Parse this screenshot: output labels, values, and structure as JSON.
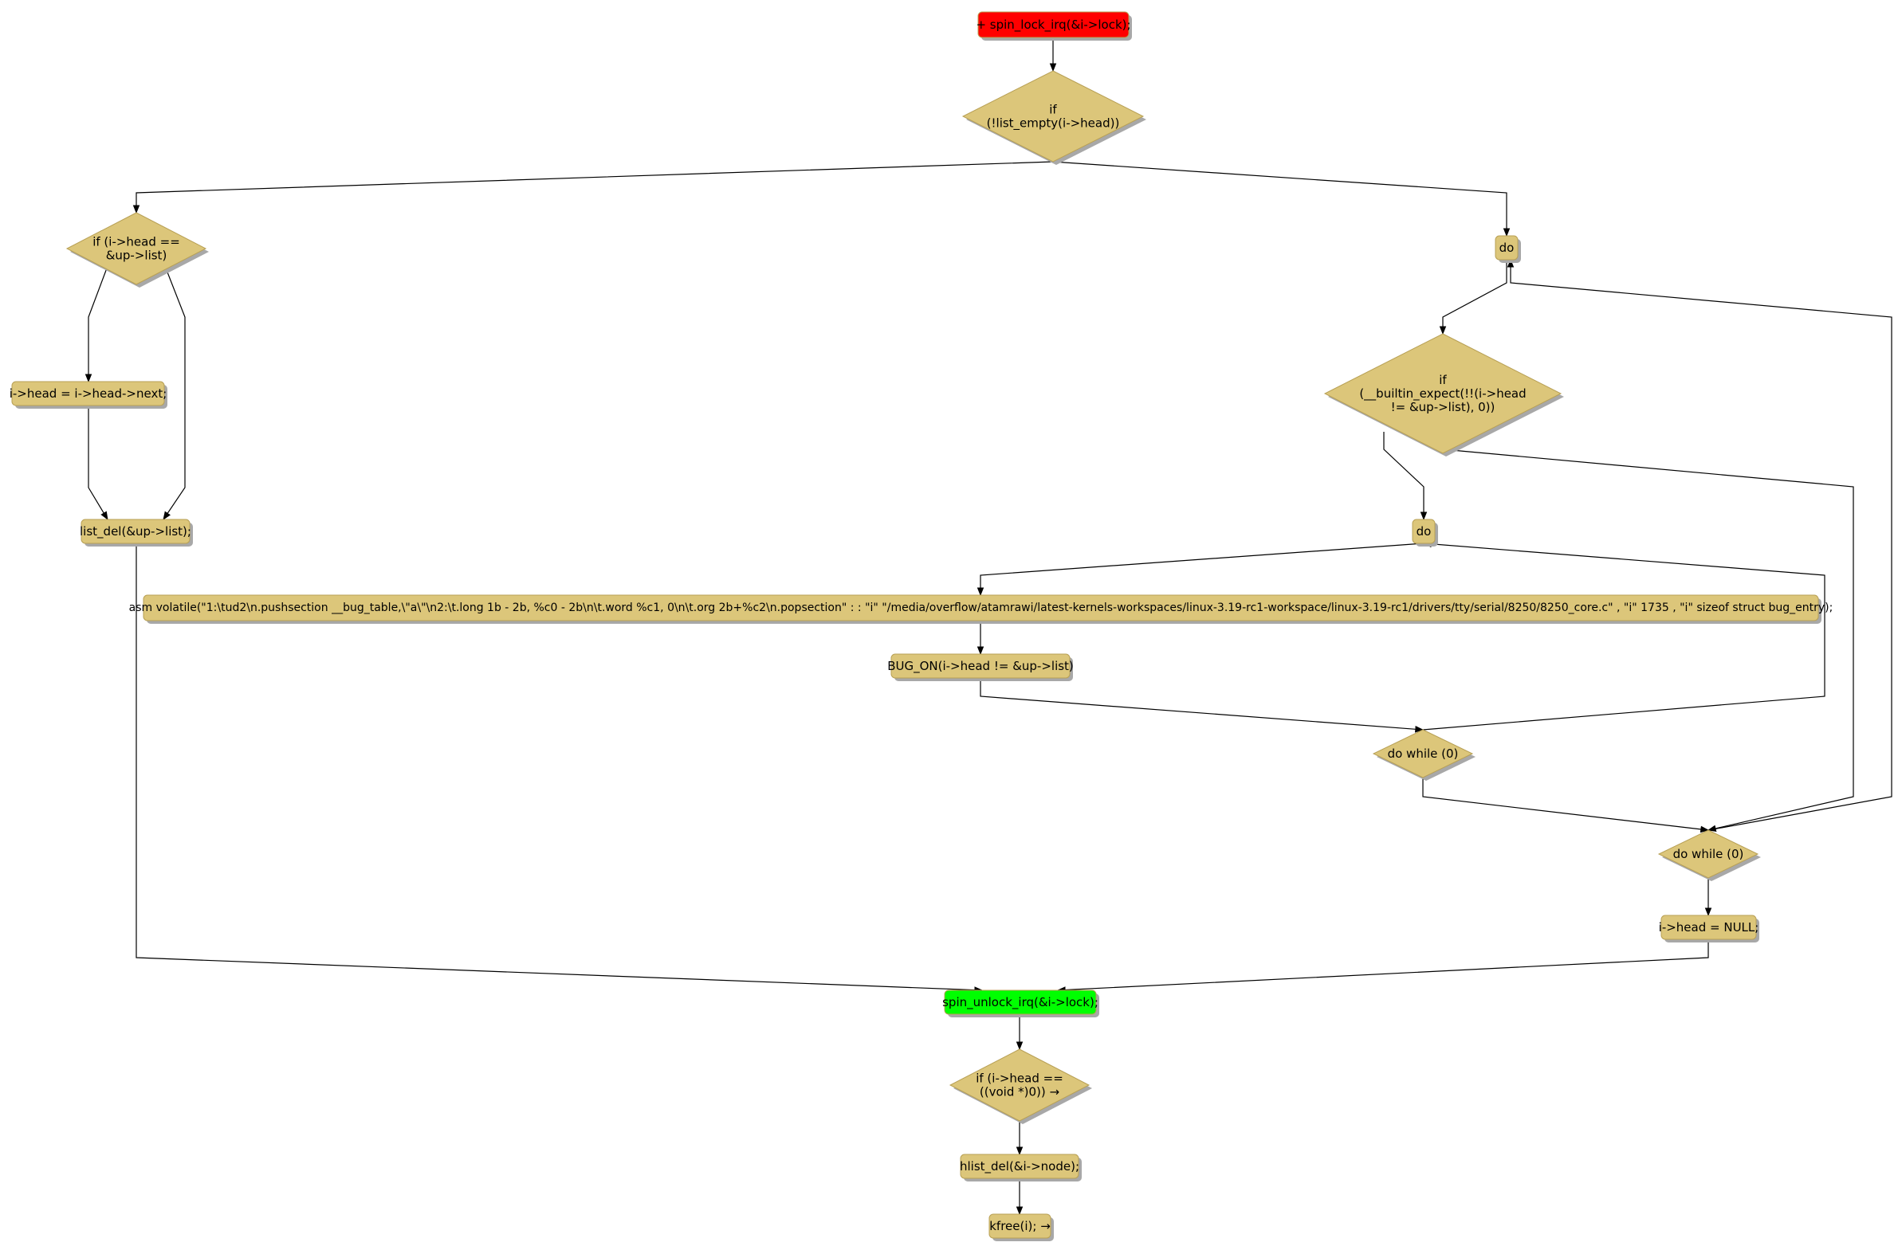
{
  "colors": {
    "node_fill": "#dcc67a",
    "node_stroke": "#b8a055",
    "start_fill": "#ff0000",
    "unlock_fill": "#00ff00",
    "edge": "#000000",
    "background": "#ffffff"
  },
  "nodes": {
    "start": {
      "shape": "box",
      "label": [
        "+ spin_lock_irq(&i->lock);"
      ]
    },
    "if_list_empty": {
      "shape": "diamond",
      "label": [
        "if",
        "(!list_empty(i->head))"
      ]
    },
    "if_head_eq_list": {
      "shape": "diamond",
      "label": [
        "if (i->head ==",
        "&up->list)"
      ]
    },
    "head_next": {
      "shape": "box",
      "label": [
        "i->head = i->head->next;"
      ]
    },
    "list_del": {
      "shape": "box",
      "label": [
        "list_del(&up->list);"
      ]
    },
    "do_outer": {
      "shape": "box",
      "label": [
        "do"
      ]
    },
    "if_builtin_expect": {
      "shape": "diamond",
      "label": [
        "if",
        "(__builtin_expect(!!(i->head",
        "!= &up->list), 0))"
      ]
    },
    "do_inner": {
      "shape": "box",
      "label": [
        "do"
      ]
    },
    "asm_volatile": {
      "shape": "box",
      "label": [
        "asm volatile(\"1:\\tud2\\n.pushsection __bug_table,\\\"a\\\"\\n2:\\t.long 1b - 2b, %c0 - 2b\\n\\t.word %c1, 0\\n\\t.org 2b+%c2\\n.popsection\" : : \"i\" \"/media/overflow/atamrawi/latest-kernels-workspaces/linux-3.19-rc1-workspace/linux-3.19-rc1/drivers/tty/serial/8250/8250_core.c\" , \"i\" 1735 , \"i\" sizeof struct bug_entry);"
      ]
    },
    "bug_on": {
      "shape": "box",
      "label": [
        "BUG_ON(i->head != &up->list)"
      ]
    },
    "do_while_inner": {
      "shape": "diamond",
      "label": [
        "do while (0)"
      ]
    },
    "do_while_outer": {
      "shape": "diamond",
      "label": [
        "do while (0)"
      ]
    },
    "head_null": {
      "shape": "box",
      "label": [
        "i->head = NULL;"
      ]
    },
    "spin_unlock": {
      "shape": "box",
      "label": [
        "spin_unlock_irq(&i->lock);"
      ]
    },
    "if_head_null": {
      "shape": "diamond",
      "label": [
        "if (i->head ==",
        "((void *)0)) →"
      ]
    },
    "hlist_del": {
      "shape": "box",
      "label": [
        "hlist_del(&i->node);"
      ]
    },
    "kfree": {
      "shape": "box",
      "label": [
        "kfree(i); →"
      ]
    }
  },
  "edges": [
    {
      "from": "start",
      "to": "if_list_empty"
    },
    {
      "from": "if_list_empty",
      "to": "if_head_eq_list"
    },
    {
      "from": "if_list_empty",
      "to": "do_outer"
    },
    {
      "from": "if_head_eq_list",
      "to": "head_next"
    },
    {
      "from": "if_head_eq_list",
      "to": "list_del"
    },
    {
      "from": "head_next",
      "to": "list_del"
    },
    {
      "from": "list_del",
      "to": "spin_unlock"
    },
    {
      "from": "do_outer",
      "to": "if_builtin_expect"
    },
    {
      "from": "if_builtin_expect",
      "to": "do_inner"
    },
    {
      "from": "if_builtin_expect",
      "to": "do_while_outer"
    },
    {
      "from": "do_inner",
      "to": "asm_volatile"
    },
    {
      "from": "asm_volatile",
      "to": "bug_on"
    },
    {
      "from": "bug_on",
      "to": "do_while_inner"
    },
    {
      "from": "do_while_inner",
      "to": "do_inner"
    },
    {
      "from": "do_while_inner",
      "to": "do_while_outer"
    },
    {
      "from": "do_while_outer",
      "to": "do_outer"
    },
    {
      "from": "do_while_outer",
      "to": "head_null"
    },
    {
      "from": "head_null",
      "to": "spin_unlock"
    },
    {
      "from": "spin_unlock",
      "to": "if_head_null"
    },
    {
      "from": "if_head_null",
      "to": "hlist_del"
    },
    {
      "from": "hlist_del",
      "to": "kfree"
    }
  ]
}
